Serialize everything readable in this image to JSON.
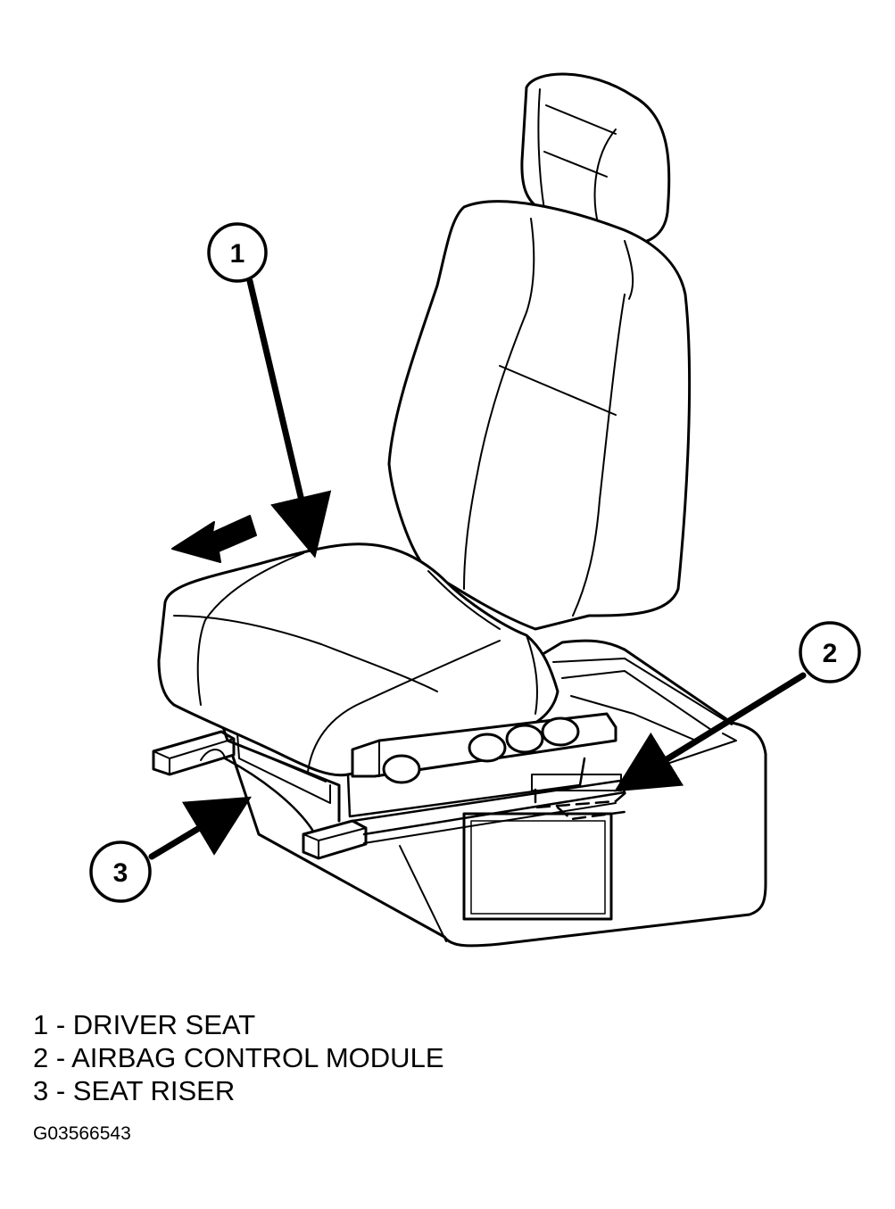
{
  "diagram": {
    "callouts": [
      {
        "number": "1"
      },
      {
        "number": "2"
      },
      {
        "number": "3"
      }
    ],
    "legend": [
      "1 - DRIVER SEAT",
      "2 - AIRBAG CONTROL MODULE",
      "3 - SEAT RISER"
    ],
    "figure_id": "G03566543"
  }
}
